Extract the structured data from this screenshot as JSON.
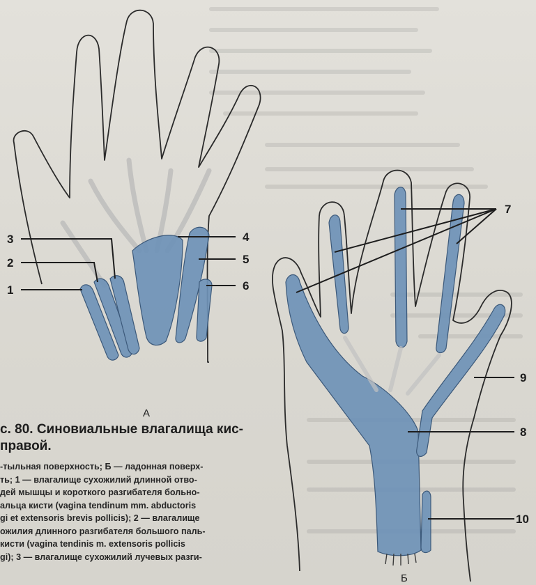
{
  "figure": {
    "panel_a_letter": "А",
    "panel_b_letter": "Б",
    "labels_a": [
      "1",
      "2",
      "3",
      "4",
      "5",
      "6"
    ],
    "labels_b": [
      "7",
      "8",
      "9",
      "10"
    ],
    "sheath_color": "#6f93b8",
    "outline_color": "#2b2b2b"
  },
  "caption": {
    "title_line1": "с. 80. Синовиальные влагалища кис-",
    "title_line2": "правой.",
    "lines": [
      "-тыльная поверхность; Б — ладонная поверх-",
      "ть; 1 — влагалище сухожилий длинной отво-",
      "дей мышцы и короткого разгибателя больно-",
      "альца кисти (vagina tendinum mm. abductoris",
      "gi et extensoris brevis pollicis); 2 — влагалище",
      "ожилия длинного разгибателя большого паль-",
      "кисти (vagina tendinis m. extensoris pollicis",
      "gi); 3 — влагалище сухожилий лучевых разги-"
    ]
  }
}
